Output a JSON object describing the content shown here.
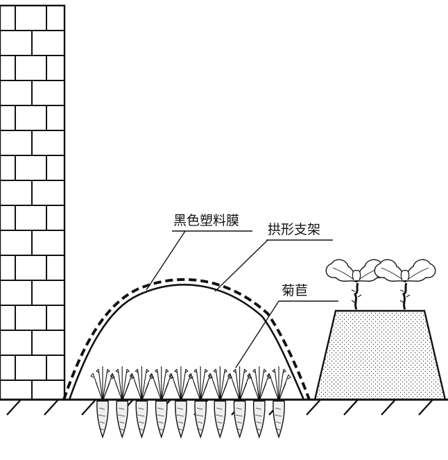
{
  "labels": {
    "black_film": "黑色塑料膜",
    "arch_frame": "拱形支架",
    "lettuce": "菊苣"
  },
  "colors": {
    "ink": "#111111",
    "paper": "#ffffff"
  },
  "counts": {
    "plants_under_arch": 10,
    "plants_on_bed": 2
  }
}
